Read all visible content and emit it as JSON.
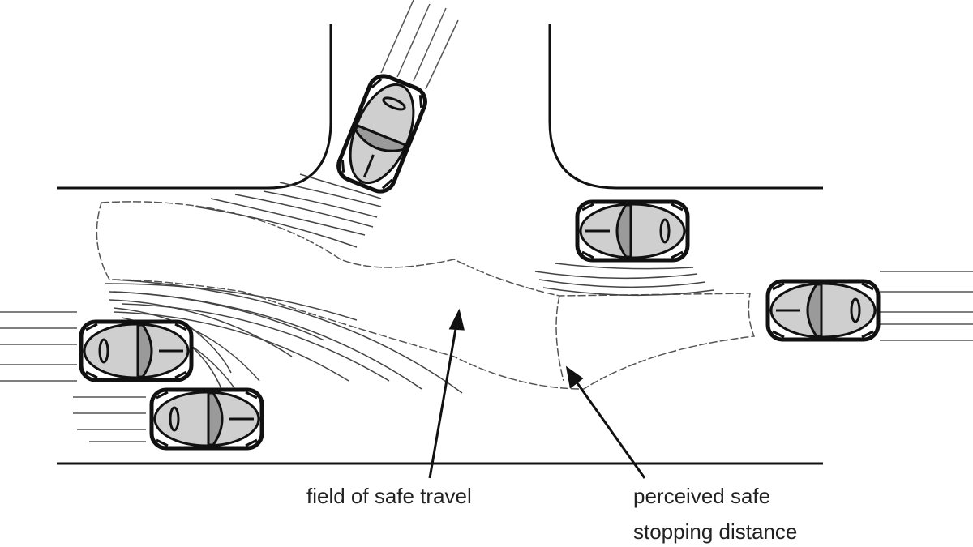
{
  "labels": {
    "field": "field of safe travel",
    "stopping_line1": "perceived safe",
    "stopping_line2": "stopping distance"
  },
  "colors": {
    "car_body": "#cfcfcf",
    "car_windshield": "#9a9a9a",
    "ink": "#111111"
  }
}
